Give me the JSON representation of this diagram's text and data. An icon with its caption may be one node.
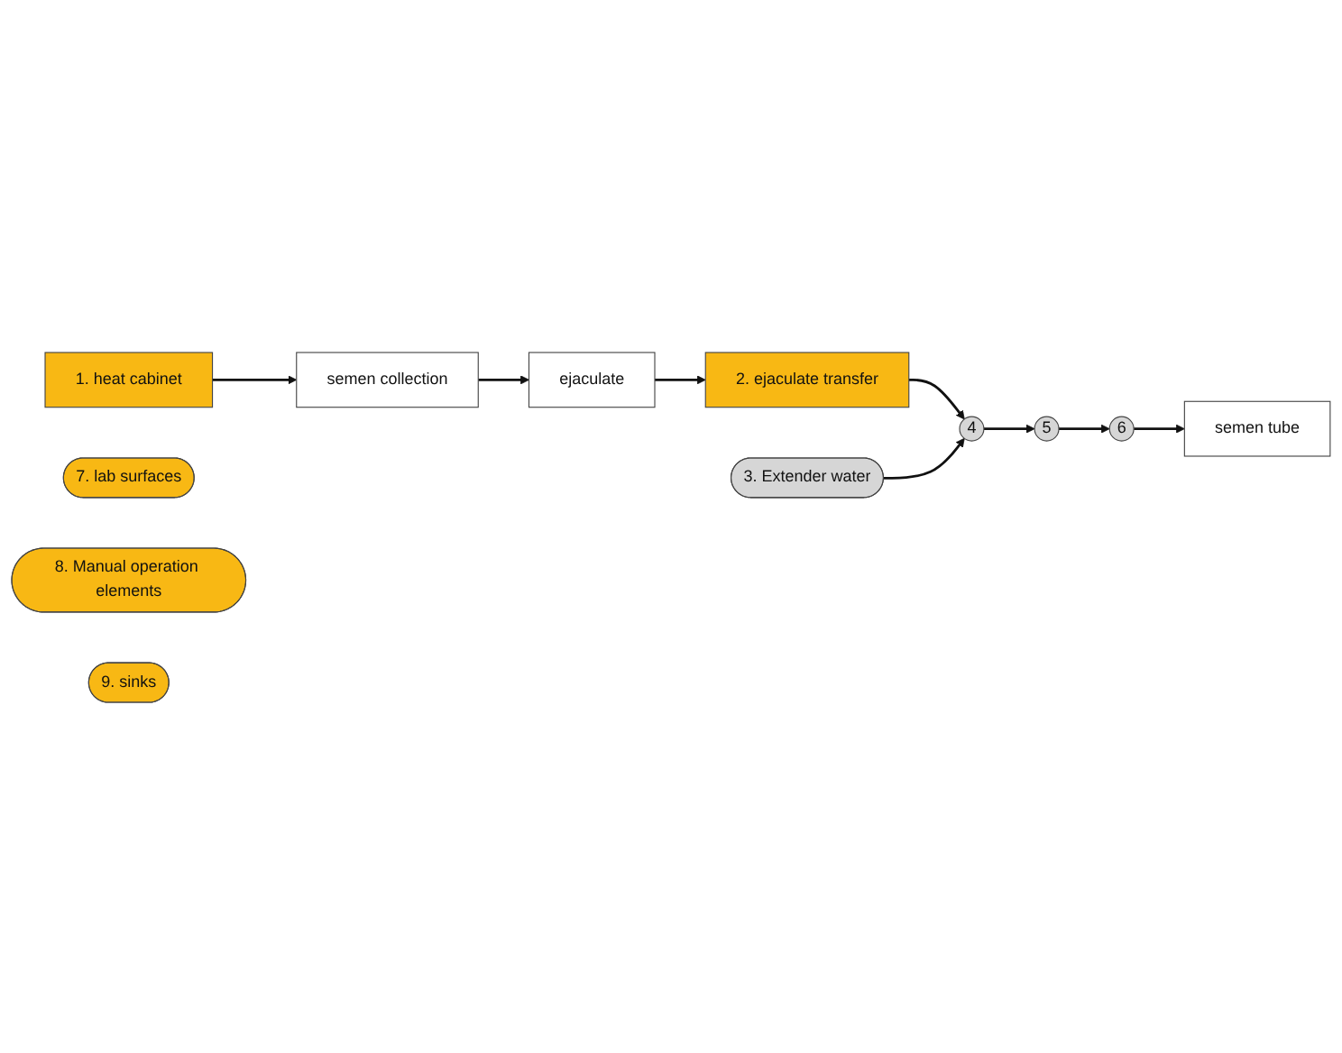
{
  "diagram": {
    "nodes": [
      {
        "text": [
          "1. heat cabinet"
        ]
      },
      {
        "text": [
          "semen collection"
        ]
      },
      {
        "text": [
          "ejaculate"
        ]
      },
      {
        "text": [
          "2. ejaculate transfer"
        ]
      },
      {
        "text": [
          "3. Extender water"
        ]
      },
      {
        "text": [
          "4"
        ]
      },
      {
        "text": [
          "5"
        ]
      },
      {
        "text": [
          "6"
        ]
      },
      {
        "text": [
          "7. lab surfaces"
        ]
      },
      {
        "text": [
          "8. Manual operation elements"
        ]
      },
      {
        "text": [
          "9. sinks"
        ]
      },
      {
        "text": [
          "semen tube"
        ]
      }
    ],
    "edges": [
      {
        "from": 0,
        "to": 1,
        "arrow": "to"
      },
      {
        "from": 1,
        "to": 2,
        "arrow": "to"
      },
      {
        "from": 2,
        "to": 3,
        "arrow": "to"
      },
      {
        "from": 3,
        "to": 5,
        "arrow": "to"
      },
      {
        "from": 4,
        "to": 5,
        "arrow": "to"
      },
      {
        "from": 5,
        "to": 6,
        "arrow": "to"
      },
      {
        "from": 6,
        "to": 7,
        "arrow": "to"
      },
      {
        "from": 7,
        "to": 11,
        "arrow": "to"
      }
    ]
  }
}
